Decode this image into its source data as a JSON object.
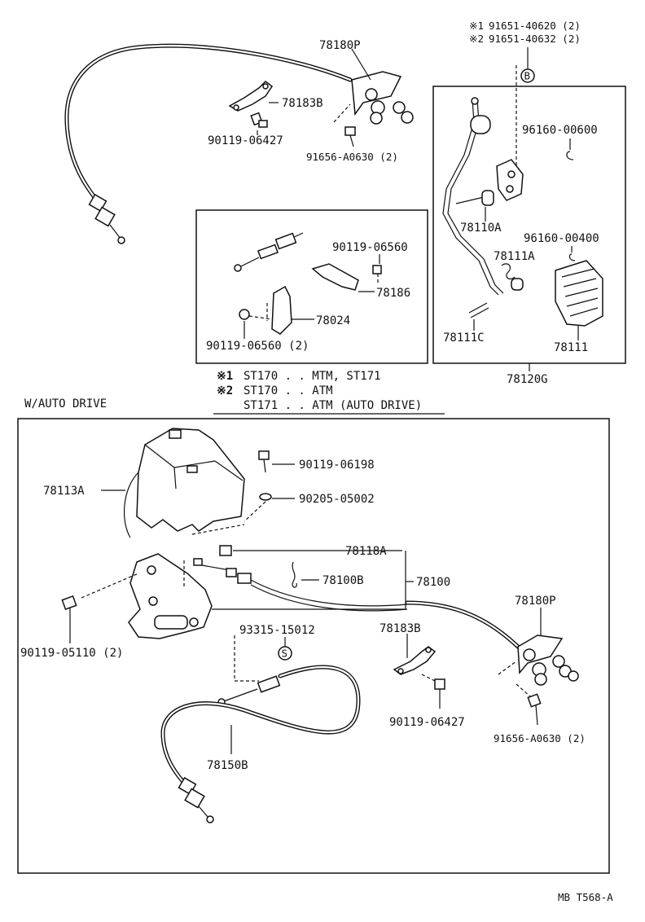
{
  "top": {
    "note_mark_1": "91651-40620 (2)",
    "note_mark_2": "91651-40632 (2)",
    "circle_b": "B",
    "p_78180P": "78180P",
    "p_78183B": "78183B",
    "p_90119_06427": "90119-06427",
    "p_91656_A0630": "91656-A0630 (2)"
  },
  "inset": {
    "p_90119_06560": "90119-06560",
    "p_78186": "78186",
    "p_78024": "78024",
    "p_90119_06560_2": "90119-06560 (2)"
  },
  "pedal": {
    "p_96160_00600": "96160-00600",
    "p_78110A": "78110A",
    "p_96160_00400": "96160-00400",
    "p_78111A": "78111A",
    "p_78111C": "78111C",
    "p_78111": "78111",
    "p_78120G": "78120G"
  },
  "notes": {
    "mark1": "※1",
    "mark1_text": "ST170 . . MTM, ST171",
    "mark2": "※2",
    "mark2_text": "ST170 . . ATM",
    "line3": "ST171 . . ATM (AUTO DRIVE)"
  },
  "auto_drive": {
    "title": "W/AUTO DRIVE",
    "p_78113A": "78113A",
    "p_90119_06198": "90119-06198",
    "p_90205_05002": "90205-05002",
    "p_78118A": "78118A",
    "p_78100B": "78100B",
    "p_78100": "78100",
    "p_90119_05110": "90119-05110 (2)",
    "p_93315_15012": "93315-15012",
    "circle_s": "S",
    "p_78180P": "78180P",
    "p_78183B": "78183B",
    "p_90119_06427": "90119-06427",
    "p_91656_A0630": "91656-A0630 (2)",
    "p_78150B": "78150B"
  },
  "footer": {
    "code": "MB T568-A"
  }
}
